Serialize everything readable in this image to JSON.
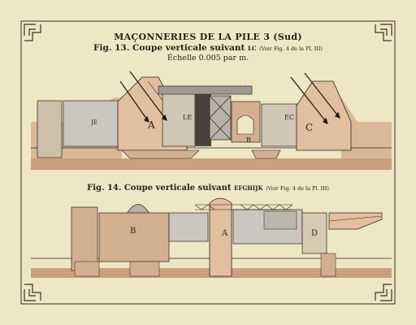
{
  "plate": {
    "title": "MAÇONNERIES DE LA PILE 3 (Sud)",
    "fig13": {
      "label": "Fig. 13. Coupe verticale suivant",
      "line": "LC",
      "ref": "(Voir Fig. 4 de la Pl. III)",
      "scale": "Échelle 0.005 par m."
    },
    "fig14": {
      "label": "Fig. 14. Coupe verticale suivant",
      "line": "EFGHIJK",
      "ref": "(Voir Fig. 4 de la Pl. III)"
    },
    "section13_letters": {
      "a": "A",
      "b": "B",
      "c": "C",
      "le": "LE",
      "ec": "EC",
      "je": "JE"
    },
    "section14_letters": {
      "a": "A",
      "b": "B",
      "d": "D"
    }
  },
  "colors": {
    "paper": "#efe6c4",
    "masonry": "#d9b89a",
    "masonry_dark": "#c89f7f",
    "ink": "#2a211a",
    "grey_fill": "#c9c7c0"
  }
}
